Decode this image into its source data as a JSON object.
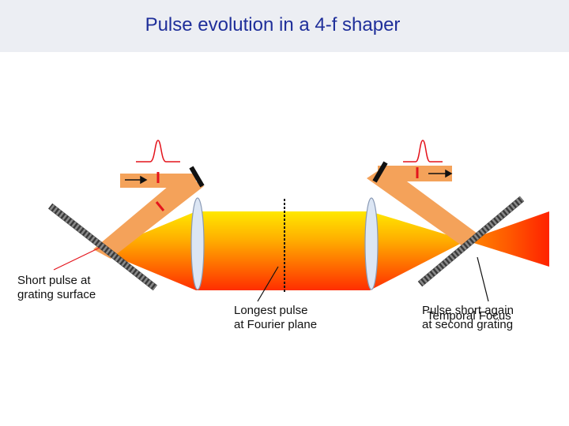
{
  "title": "Pulse evolution in a 4-f shaper",
  "labels": {
    "left_grating": [
      "Short pulse at",
      "grating surface"
    ],
    "fourier_plane": [
      "Longest pulse",
      "at Fourier plane"
    ],
    "second_grating": [
      "Pulse short again",
      "at second grating"
    ],
    "temporal_focus": "Temporal Focus"
  },
  "colors": {
    "title": "#1f2f9a",
    "beam_orange": "#f4a25a",
    "beam_red": "#ff2a00",
    "beam_yellow": "#ffe600",
    "pulse_marker": "#e4141c",
    "lens": "#dce6f4"
  }
}
